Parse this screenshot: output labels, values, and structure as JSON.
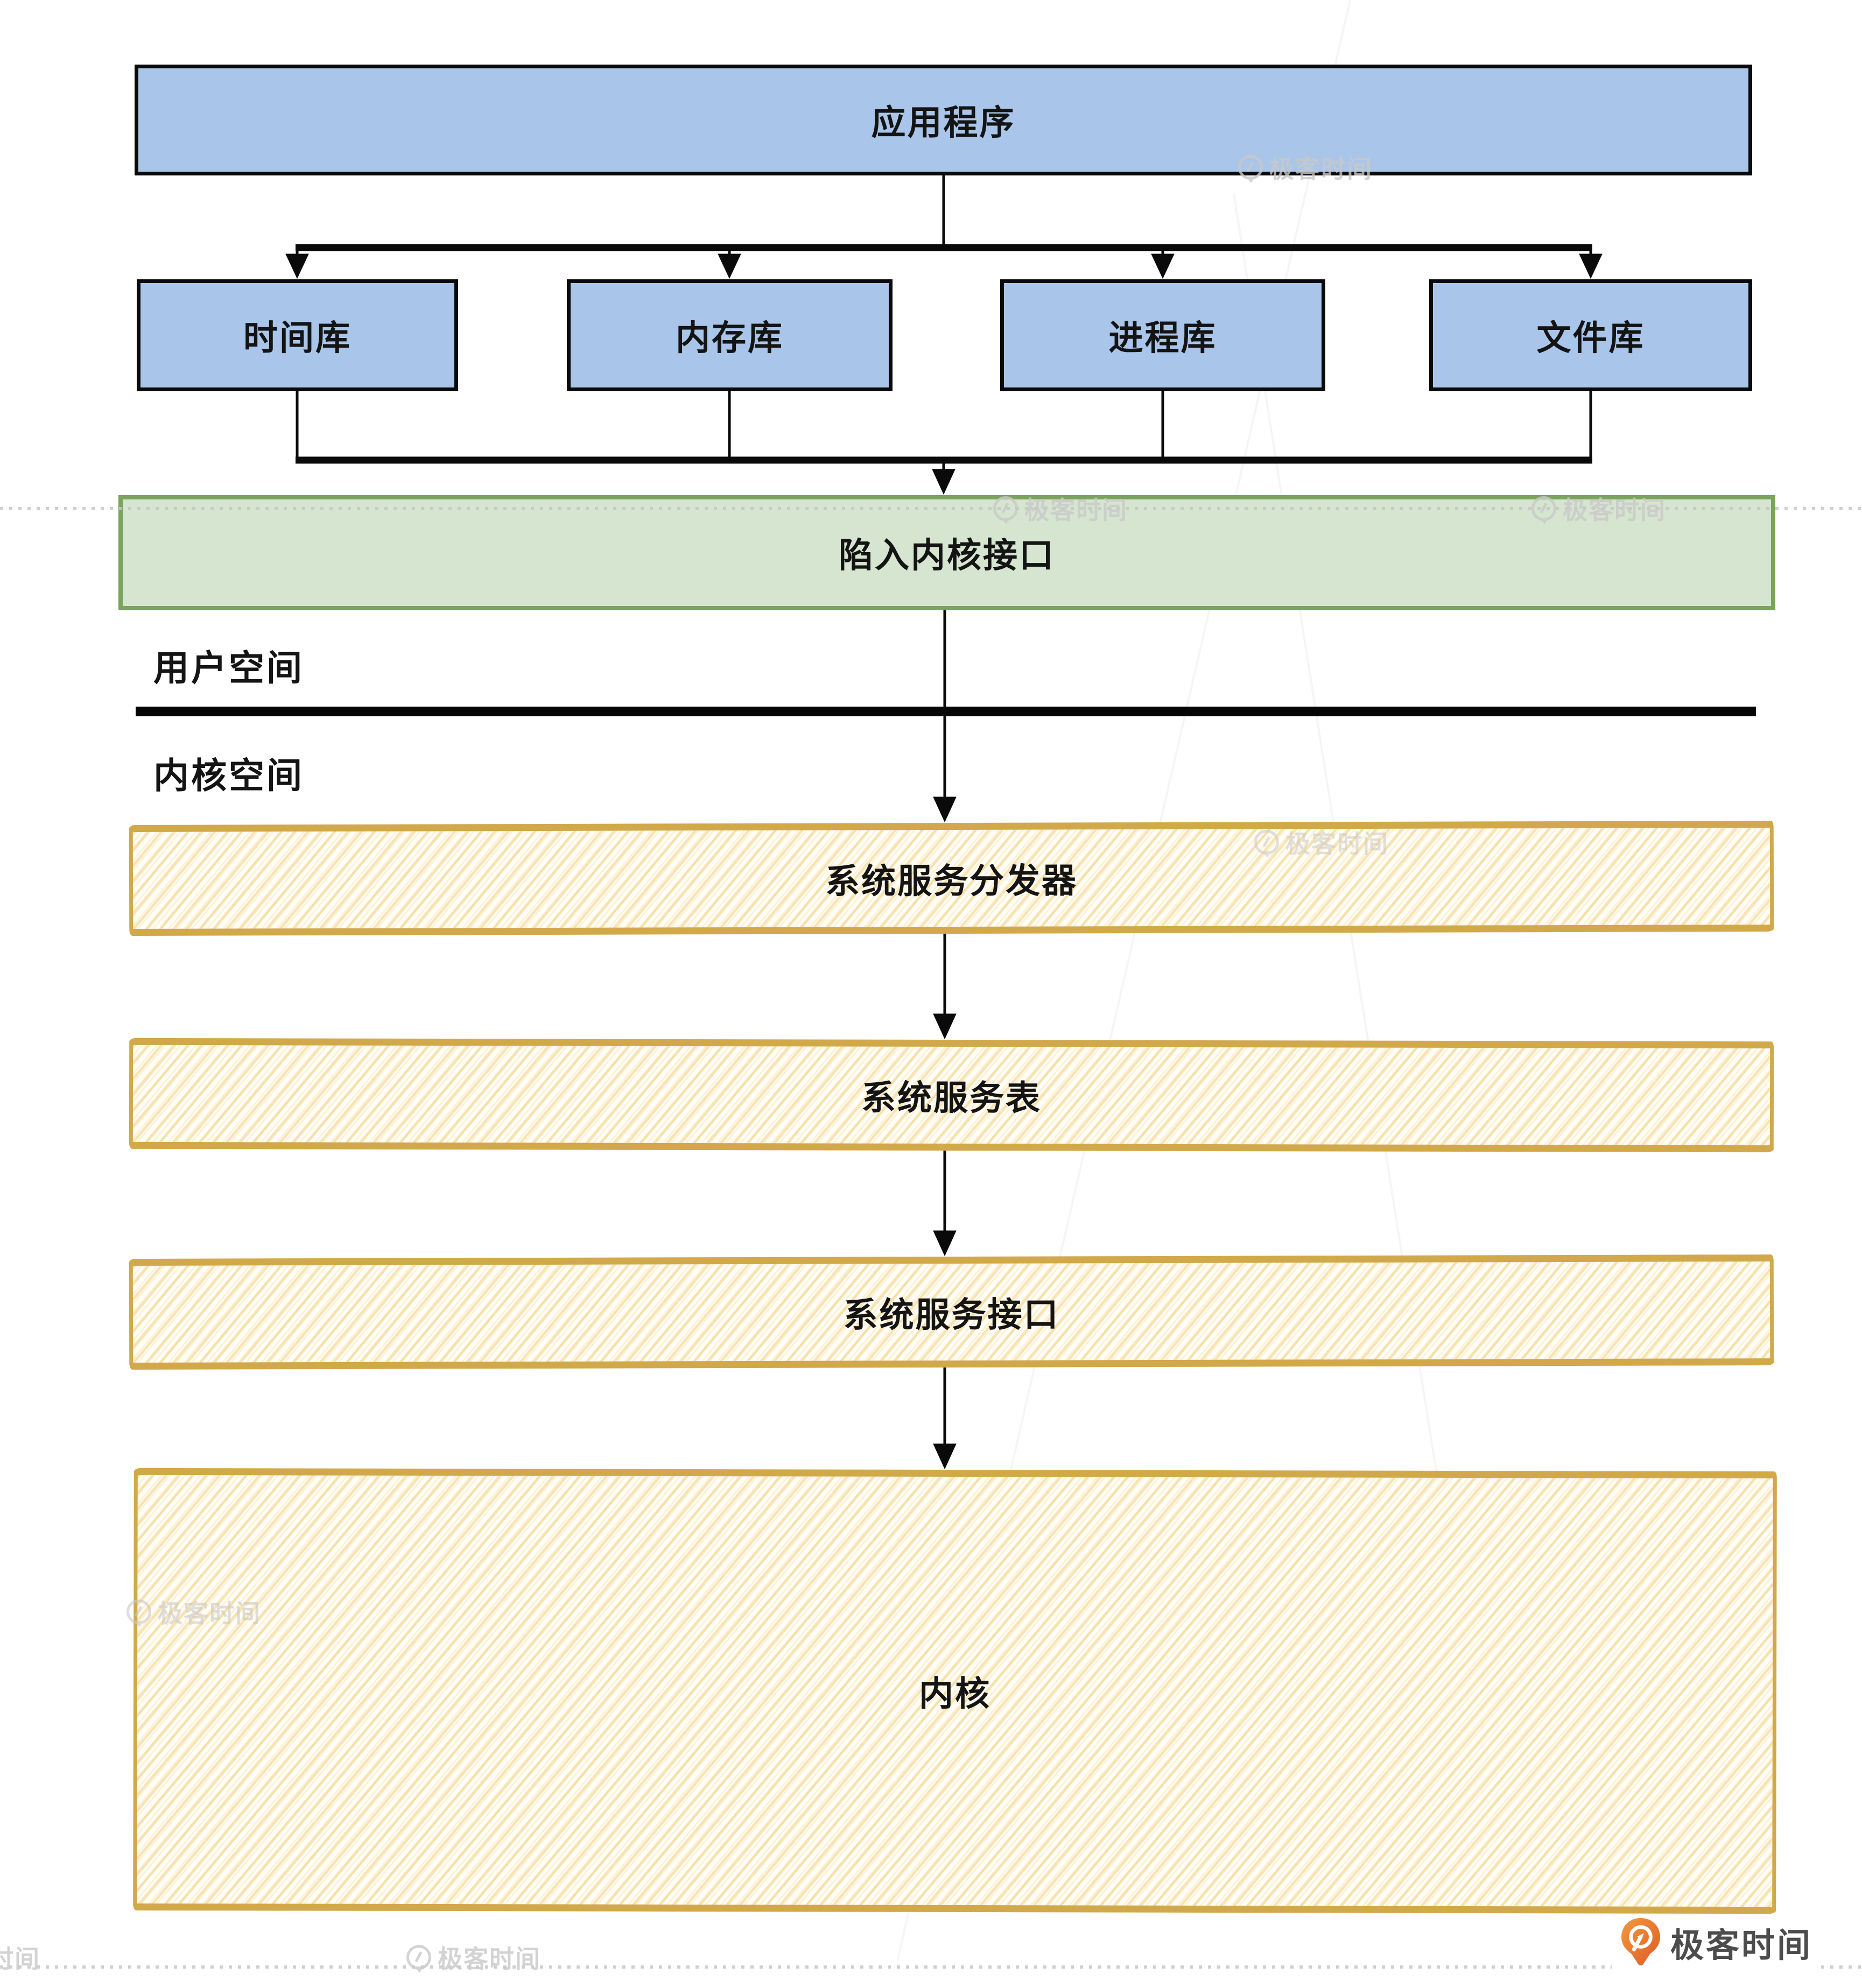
{
  "nodes": {
    "app": "应用程序",
    "libs": [
      "时间库",
      "内存库",
      "进程库",
      "文件库"
    ],
    "trap": "陷入内核接口",
    "dispatcher": "系统服务分发器",
    "service_table": "系统服务表",
    "service_interface": "系统服务接口",
    "kernel": "内核"
  },
  "labels": {
    "user_space": "用户空间",
    "kernel_space": "内核空间"
  },
  "watermark": {
    "text": "极客时间"
  },
  "brand": {
    "text": "极客时间"
  },
  "colors": {
    "node_blue": "#a9c6ea",
    "node_green_fill": "#d5e5cf",
    "node_green_border": "#7aa35c",
    "sketch_border": "#d2a94a",
    "sketch_hatch": "#f3d38c",
    "line_black": "#0a0a0a",
    "watermark_gray": "#c9c9c9",
    "brand_orange": "#e8702a",
    "brand_text": "#4c4c4c"
  }
}
